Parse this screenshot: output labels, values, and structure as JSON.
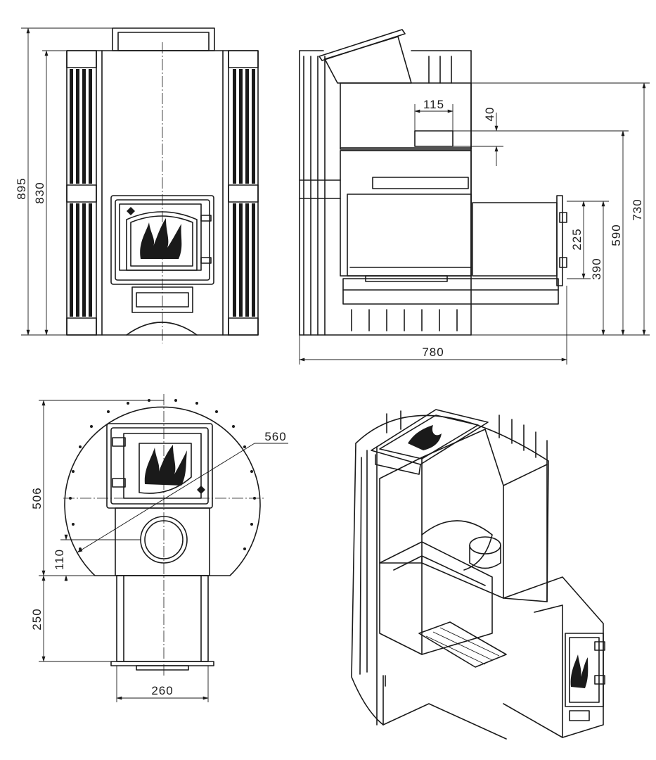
{
  "dimensions": {
    "front_total_height": "895",
    "front_body_height": "830",
    "side_top_height": "730",
    "side_mid_height": "590",
    "side_door_top": "390",
    "side_door_height": "225",
    "side_top_panel_width": "115",
    "side_top_step": "40",
    "side_total_depth": "780",
    "plan_diameter": "560",
    "plan_depth": "506",
    "plan_chimney_offset": "110",
    "plan_tunnel_length": "250",
    "plan_tunnel_width": "260"
  },
  "views": [
    "front-view",
    "side-section-view",
    "top-plan-view",
    "isometric-cutaway-view"
  ]
}
